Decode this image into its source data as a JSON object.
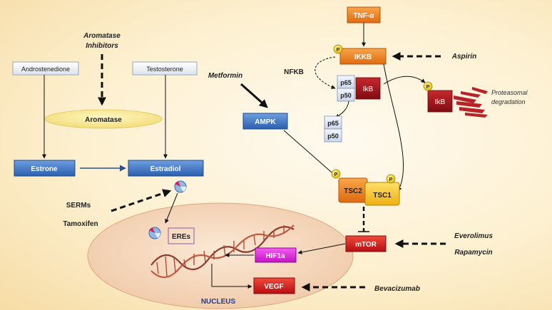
{
  "drugs": {
    "aromatase_inhibitors_l1": "Aromatase",
    "aromatase_inhibitors_l2": "Inhibitors",
    "metformin": "Metformin",
    "aspirin": "Aspirin",
    "serms": "SERMs",
    "tamoxifen": "Tamoxifen",
    "everolimus": "Everolimus",
    "rapamycin": "Rapamycin",
    "bevacizumab": "Bevacizumab"
  },
  "nodes": {
    "androstenedione": "Androstenedione",
    "testosterone": "Testosterone",
    "aromatase": "Aromatase",
    "estrone": "Estrone",
    "estradiol": "Estradiol",
    "eres": "EREs",
    "nucleus": "NUCLEUS",
    "tnf": "TNF-α",
    "ikkb": "IKKB",
    "nfkb": "NFKB",
    "p65_bound": "p65",
    "p50_bound": "p50",
    "ikb_bound": "IkB",
    "p65_free": "p65",
    "p50_free": "p50",
    "ikb_degraded": "IkB",
    "proteasomal_l1": "Proteasomal",
    "proteasomal_l2": "degradation",
    "ampk": "AMPK",
    "tsc2": "TSC2",
    "tsc1": "TSC1",
    "mtor": "mTOR",
    "hif1a": "HIF1a",
    "vegf": "VEGF",
    "phospho": "P"
  },
  "colors": {
    "blue_box": "#3a74c4",
    "red_box": "#d4141c",
    "orange_box": "#f0801c",
    "yellow_box": "#f6c21a",
    "magenta_box": "#e020e0",
    "dark_red_box": "#a8141c",
    "ellipse_fill": "#f8e2c4",
    "nucleus_label": "#1f3d8a"
  }
}
